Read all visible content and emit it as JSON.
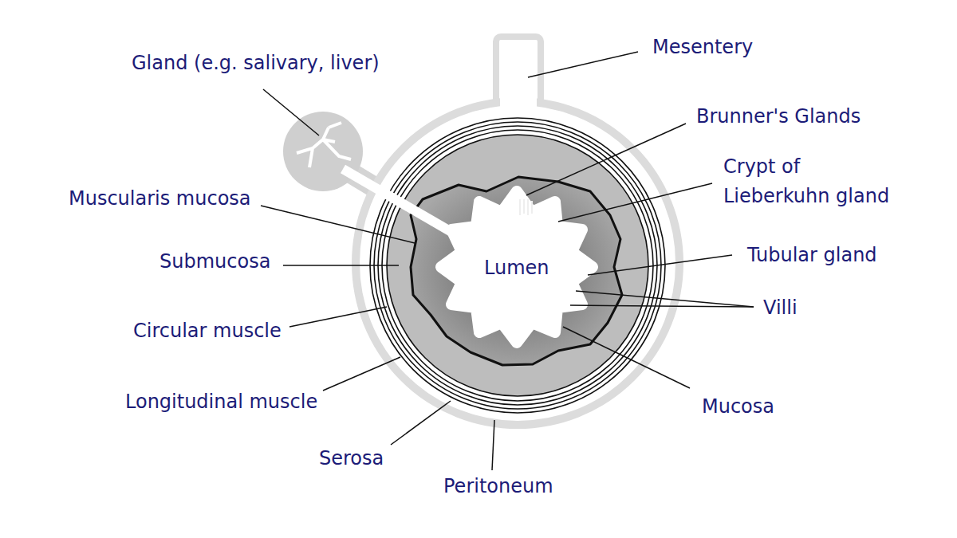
{
  "diagram": {
    "labels": [
      "Gland (e.g. salivary, liver)",
      "Mesentery",
      "Brunner's Glands",
      "Crypt of Lieberkuhn gland",
      "Tubular gland",
      "Villi",
      "Mucosa",
      "Peritoneum",
      "Serosa",
      "Longitudinal muscle",
      "Circular muscle",
      "Submucosa",
      "Muscularis mucosa",
      "Lumen"
    ]
  }
}
